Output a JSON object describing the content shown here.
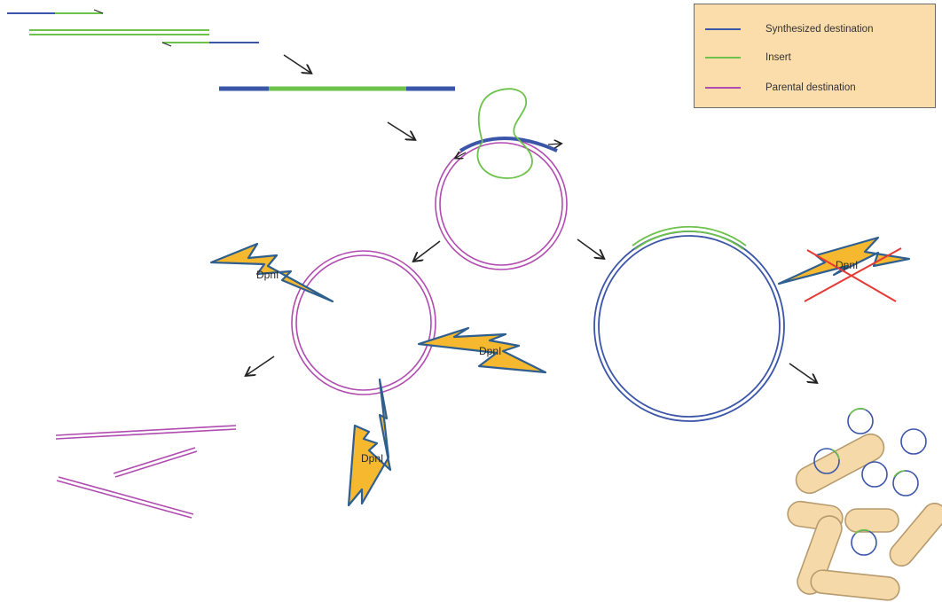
{
  "legend": {
    "items": [
      {
        "label": "Synthesized destination",
        "color": "#3b55a8"
      },
      {
        "label": "Insert",
        "color": "#6cc24a"
      },
      {
        "label": "Parental destination",
        "color": "#b04bb0"
      }
    ]
  },
  "enzyme": {
    "label": "DpnI"
  },
  "colors": {
    "synthesized": "#3b55a8",
    "insert": "#6cc24a",
    "parental": "#b04bb0",
    "bolt_fill": "#f5b82e",
    "bolt_stroke": "#2f5f8f",
    "cross": "#e53935",
    "cell_fill": "#f6d9a8",
    "cell_stroke": "#b69b6e",
    "arrow": "#222222"
  }
}
